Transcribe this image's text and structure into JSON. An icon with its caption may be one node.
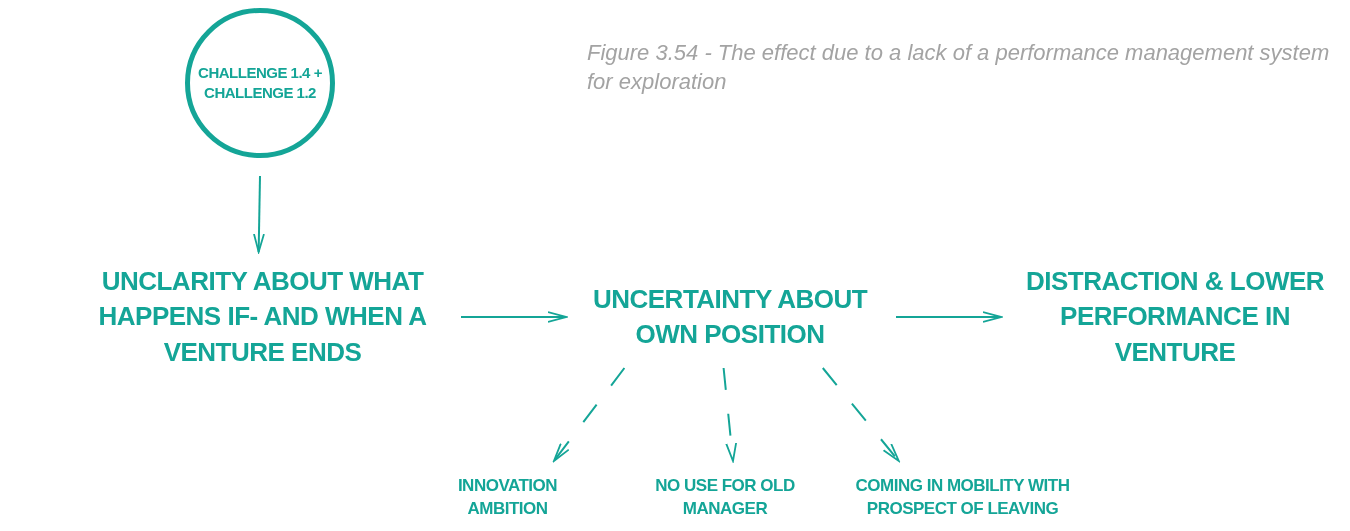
{
  "diagram": {
    "caption": "Figure 3.54 - The effect due to a lack of a performance management system for exploration",
    "nodes": [
      {
        "text": [
          "CHALLENGE 1.4 + CHALLENGE 1.2"
        ]
      },
      {
        "text": [
          "UNCLARITY ABOUT WHAT HAPPENS IF- AND WHEN A VENTURE ENDS"
        ]
      },
      {
        "text": [
          "UNCERTAINTY ABOUT OWN POSITION"
        ]
      },
      {
        "text": [
          "DISTRACTION & LOWER PERFORMANCE IN VENTURE"
        ]
      },
      {
        "text": [
          "INNOVATION AMBITION"
        ]
      },
      {
        "text": [
          "NO USE FOR OLD MANAGER"
        ]
      },
      {
        "text": [
          "COMING IN MOBILITY WITH PROSPECT OF LEAVING"
        ]
      }
    ],
    "edges": [
      {
        "from": 0,
        "to": 1,
        "arrow": "to"
      },
      {
        "from": 1,
        "to": 2,
        "arrow": "to"
      },
      {
        "from": 2,
        "to": 3,
        "arrow": "to"
      },
      {
        "from": 2,
        "to": 4,
        "arrow": "to",
        "style": "dashed"
      },
      {
        "from": 2,
        "to": 5,
        "arrow": "to",
        "style": "dashed"
      },
      {
        "from": 2,
        "to": 6,
        "arrow": "to",
        "style": "dashed"
      }
    ]
  }
}
